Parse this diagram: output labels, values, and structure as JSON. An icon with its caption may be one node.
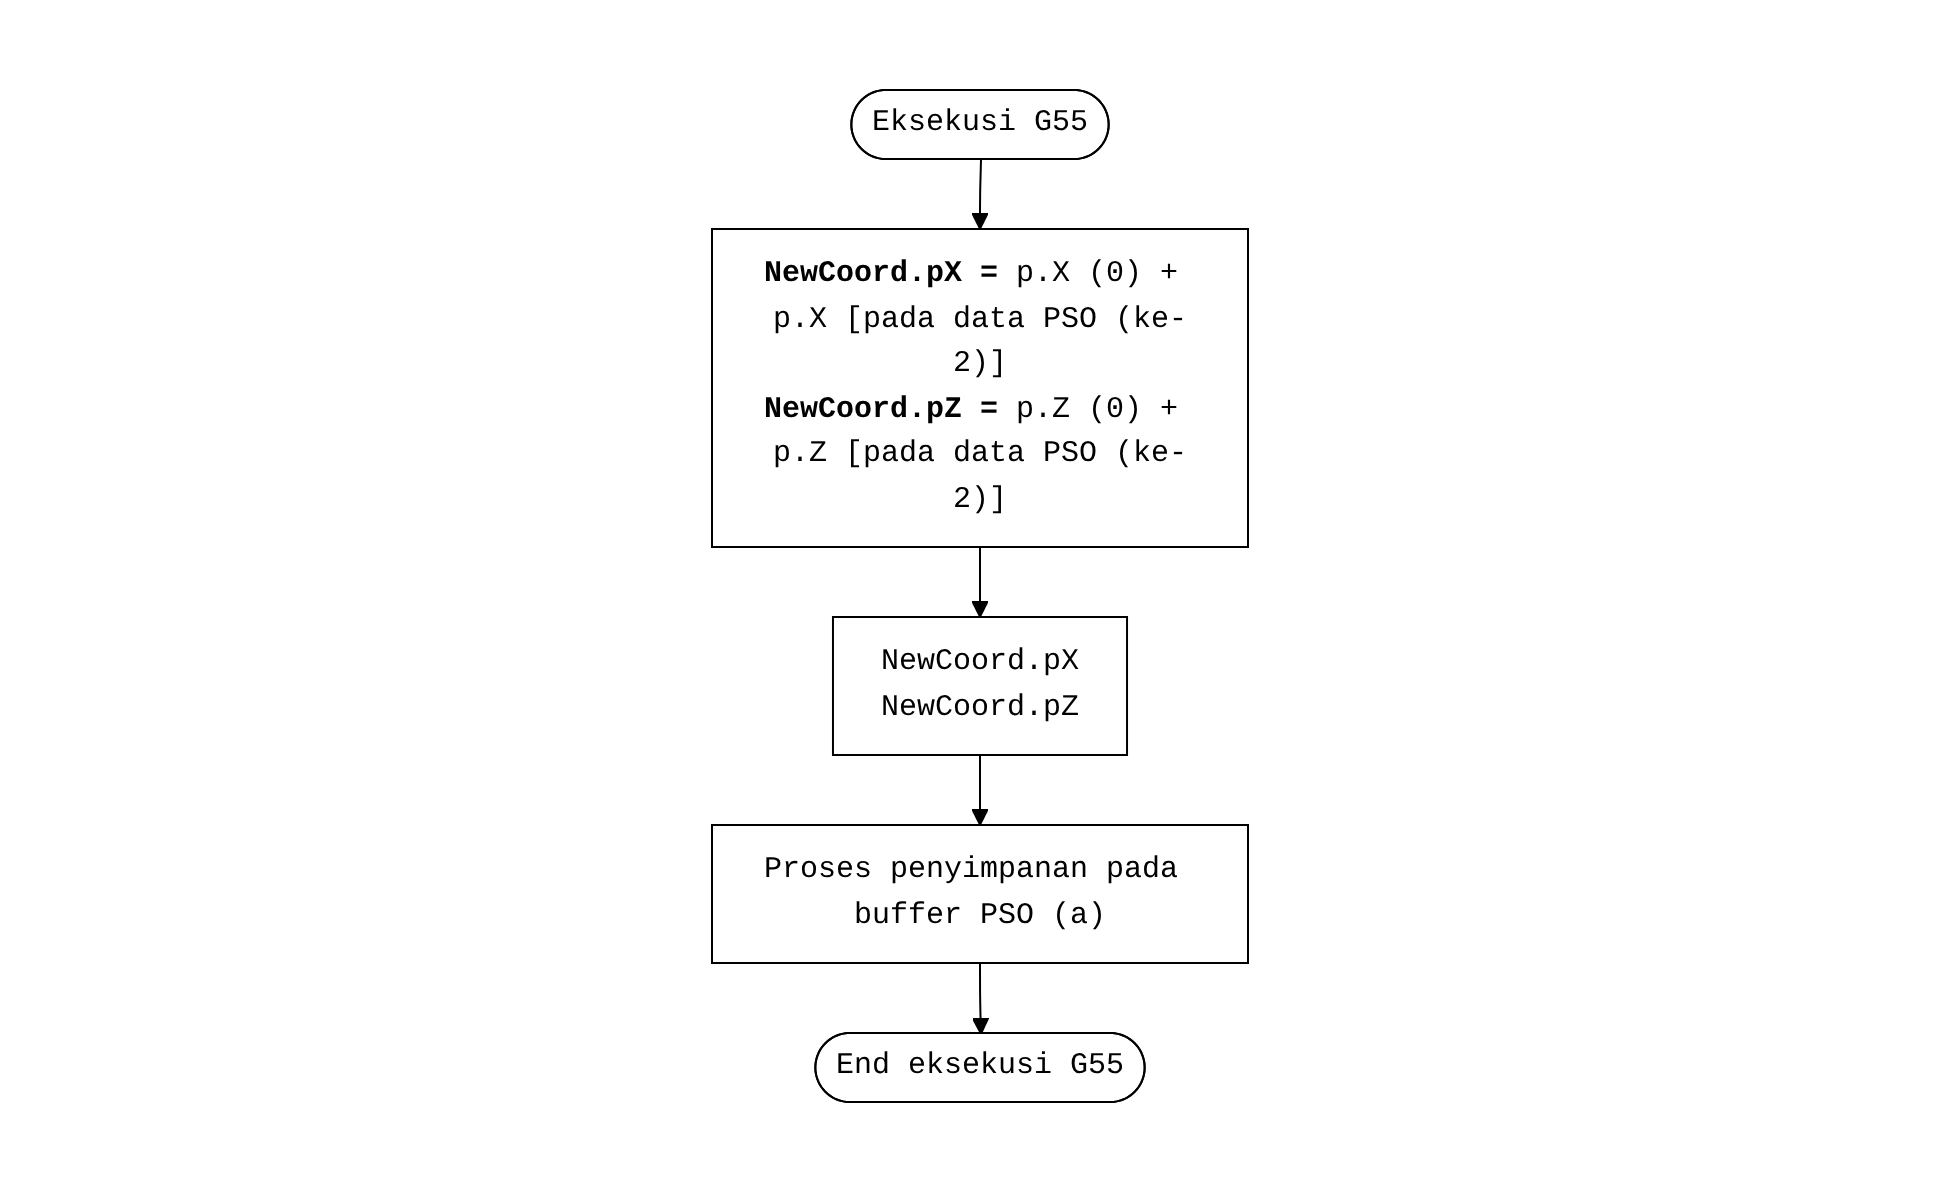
{
  "diagram": {
    "nodes": [
      {
        "text": [
          "Eksekusi G55"
        ]
      },
      {
        "text": [
          "**NewCoord.pX =** p.X (0) + p.X [pada data PSO (ke-2)]",
          "**NewCoord.pZ =** p.Z (0) + p.Z [pada data PSO (ke-2)]"
        ]
      },
      {
        "text": [
          "NewCoord.pX",
          "NewCoord.pZ"
        ]
      },
      {
        "text": [
          "Proses penyimpanan pada buffer PSO (a)"
        ]
      },
      {
        "text": [
          "End eksekusi G55"
        ]
      }
    ],
    "edges": [
      {
        "from": 0,
        "to": 1,
        "arrow": "to"
      },
      {
        "from": 1,
        "to": 2,
        "arrow": "to"
      },
      {
        "from": 2,
        "to": 3,
        "arrow": "to"
      },
      {
        "from": 3,
        "to": 4,
        "arrow": "to"
      }
    ]
  }
}
